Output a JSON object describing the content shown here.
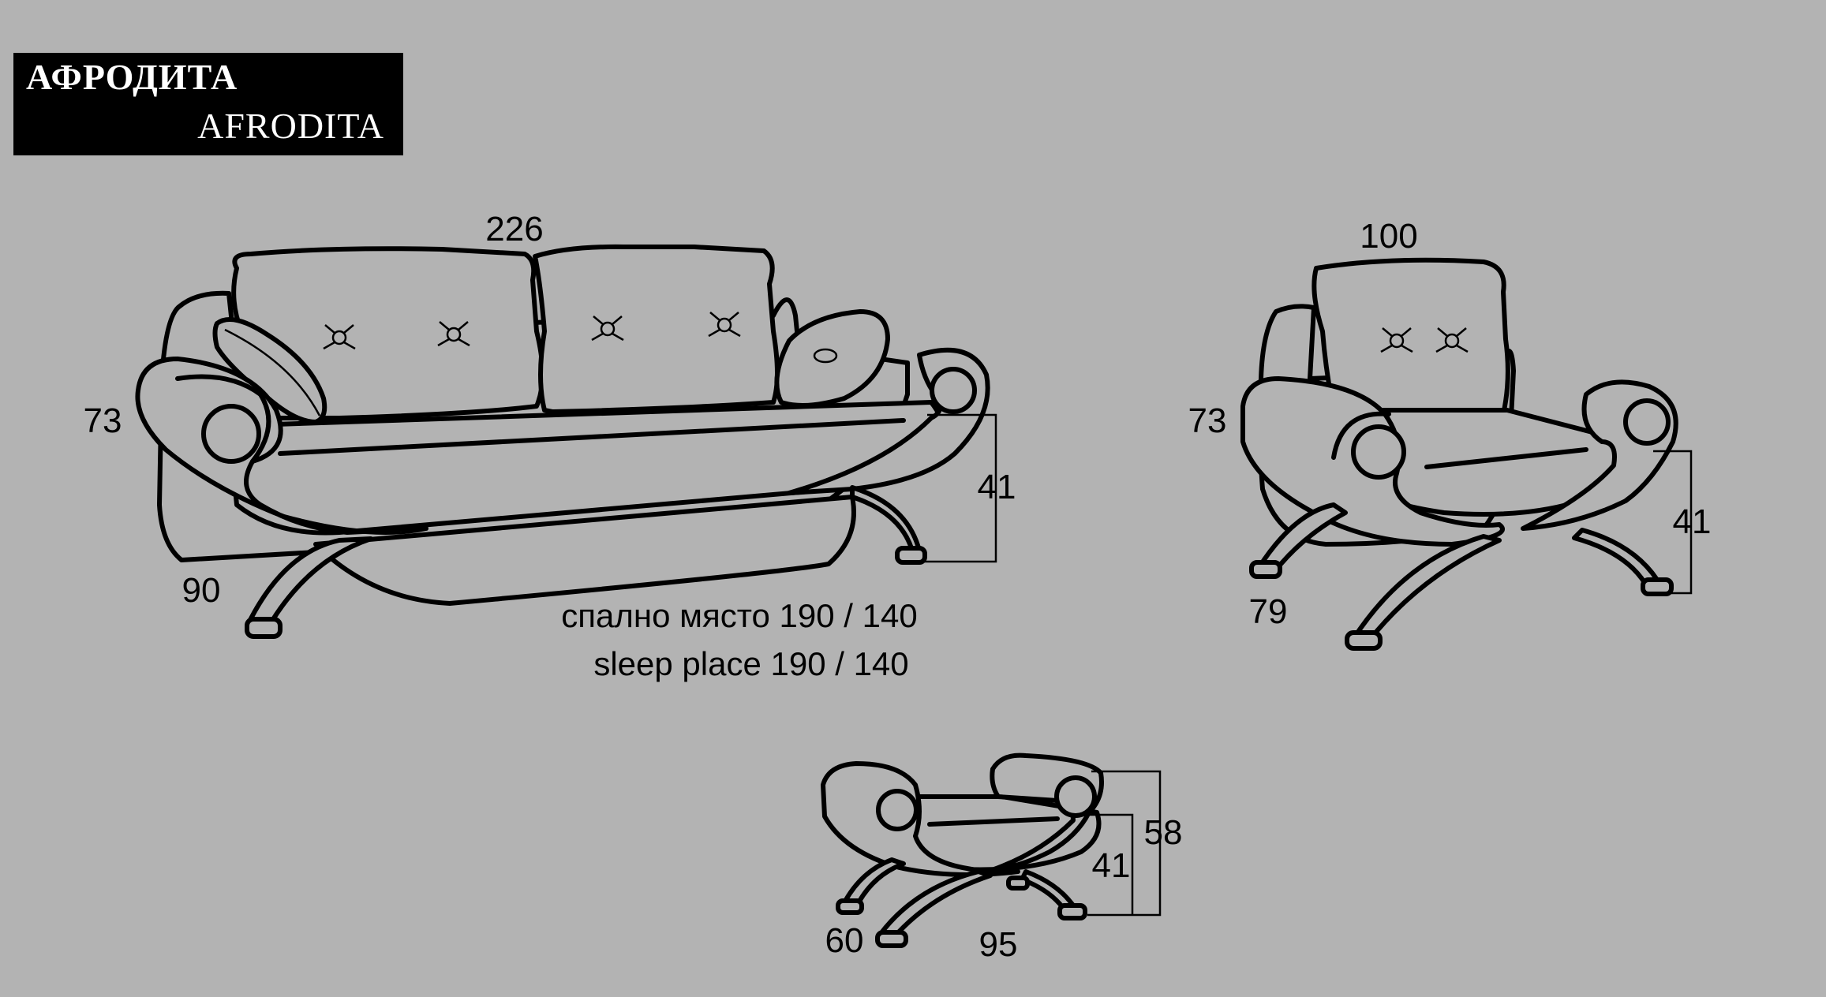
{
  "title": {
    "ru": "АФРОДИТА",
    "en": "AFRODITA"
  },
  "sofa": {
    "width": "226",
    "height": "73",
    "depth": "90",
    "seat_height": "41",
    "sleep_ru": "спално място 190 / 140",
    "sleep_en": "sleep place 190 / 140"
  },
  "armchair": {
    "width": "100",
    "height": "73",
    "depth": "79",
    "seat_height": "41"
  },
  "pouf": {
    "height": "58",
    "seat_height": "41",
    "depth": "60",
    "width": "95"
  },
  "colors": {
    "background": "#b3b3b3",
    "line": "#000000",
    "title_bg": "#000000",
    "title_text": "#ffffff"
  }
}
